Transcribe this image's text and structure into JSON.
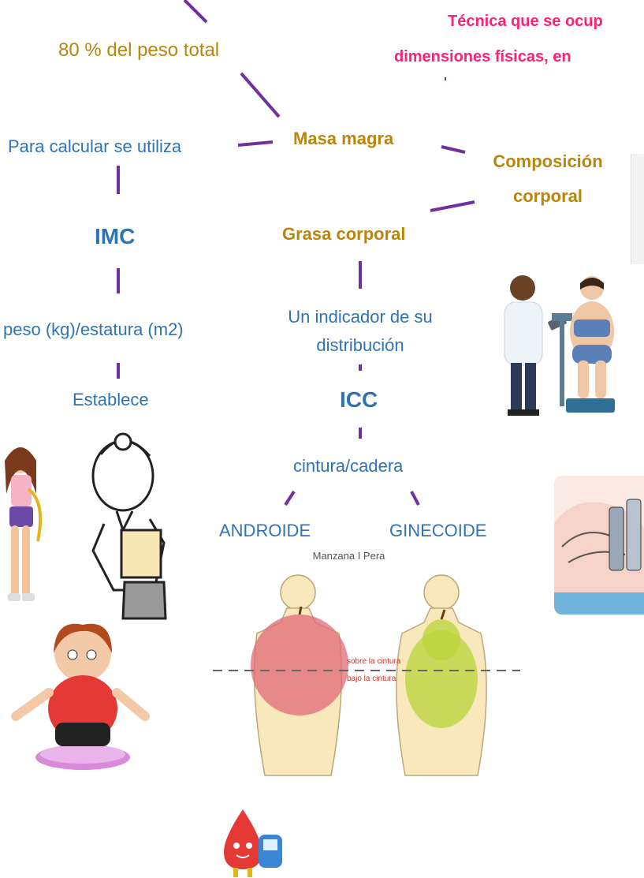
{
  "header": {
    "definition_line1": "Técnica que se ocup",
    "definition_line2": "dimensiones físicas, en"
  },
  "nodes": {
    "lean_percent": "80 % del peso total",
    "lean_mass": "Masa magra",
    "to_calculate": "Para calcular se utiliza",
    "body_composition_l1": "Composición",
    "body_composition_l2": "corporal",
    "imc": "IMC",
    "body_fat": "Grasa corporal",
    "imc_formula": "peso (kg)/estatura (m2)",
    "indicator_l1": "Un indicador de su",
    "indicator_l2": "distribución",
    "establishes": "Establece",
    "icc": "ICC",
    "waist_hip": "cintura/cadera",
    "android": "ANDROIDE",
    "gynoid": "GINECOIDE"
  },
  "figure": {
    "title": "Manzana  I  Pera",
    "above_label": "sobre la cintura",
    "below_label": "bajo la cintura"
  },
  "colors": {
    "line": "#7030a0",
    "gold_text": "#b8860b",
    "blue_text": "#2e74b5",
    "pink_text": "#ff1f75",
    "apple": "#e06a78",
    "pear": "#b8d43a"
  }
}
